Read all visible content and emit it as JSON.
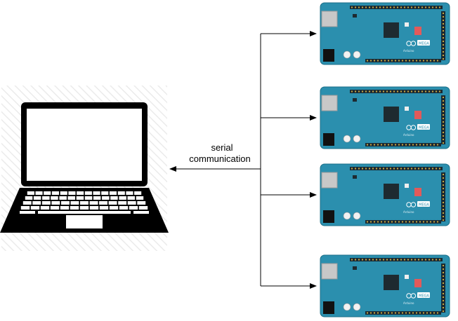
{
  "connection": {
    "label_line1": "serial",
    "label_line2": "communication"
  },
  "colors": {
    "board": "#2b8fae",
    "board_edge": "#1c6f88",
    "header": "#1a2a33",
    "chip": "#1e2a30",
    "usb": "#c8c8c8",
    "power_jack": "#111111",
    "laptop": "#000000",
    "laptop_screen": "#ffffff",
    "hatch": "#e6e6e6",
    "arrow": "#000000"
  },
  "laptop": {
    "icon": "laptop-icon"
  },
  "boards": [
    {
      "icon": "arduino-mega-board-icon",
      "brand": "Arduino",
      "model": "MEGA"
    },
    {
      "icon": "arduino-mega-board-icon",
      "brand": "Arduino",
      "model": "MEGA"
    },
    {
      "icon": "arduino-mega-board-icon",
      "brand": "Arduino",
      "model": "MEGA"
    },
    {
      "icon": "arduino-mega-board-icon",
      "brand": "Arduino",
      "model": "MEGA"
    }
  ]
}
